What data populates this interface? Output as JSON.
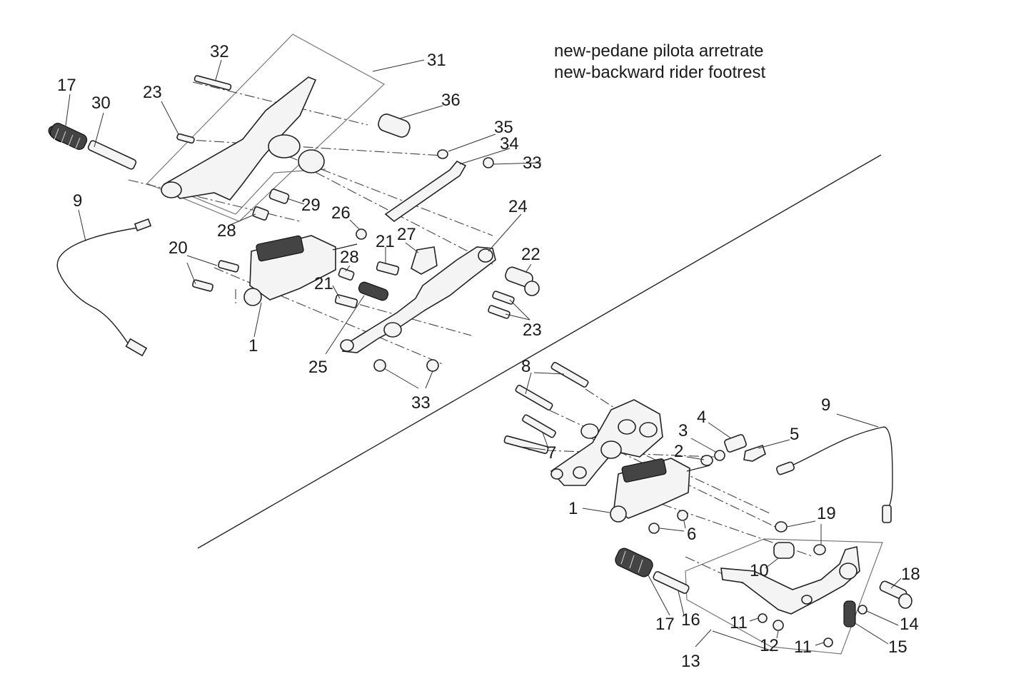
{
  "title": {
    "line1": "new-pedane pilota arretrate",
    "line2": "new-backward rider footrest"
  },
  "callouts": {
    "upper": [
      "32",
      "31",
      "17",
      "30",
      "23",
      "36",
      "35",
      "34",
      "33",
      "9",
      "29",
      "26",
      "28",
      "24",
      "20",
      "21",
      "27",
      "22",
      "28",
      "21",
      "23",
      "1",
      "25",
      "33"
    ],
    "lower": [
      "8",
      "9",
      "4",
      "3",
      "5",
      "2",
      "7",
      "1",
      "19",
      "6",
      "10",
      "18",
      "17",
      "16",
      "11",
      "12",
      "11",
      "14",
      "15",
      "13"
    ]
  }
}
